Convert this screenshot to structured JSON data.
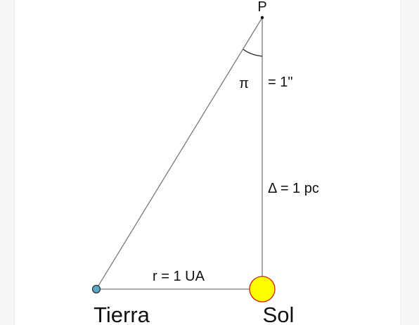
{
  "labels": {
    "point": "P",
    "parallax_symbol": "π",
    "parallax_value": "= 1\"",
    "distance": "Δ = 1 pc",
    "radius": "r = 1 UA",
    "earth": "Tierra",
    "sun": "Sol"
  },
  "colors": {
    "line": "#7a7a7a",
    "sun_fill": "#ffff00",
    "sun_stroke": "#cc2200",
    "earth_fill": "#5aa8c8",
    "earth_stroke": "#333333",
    "text": "#111111"
  }
}
